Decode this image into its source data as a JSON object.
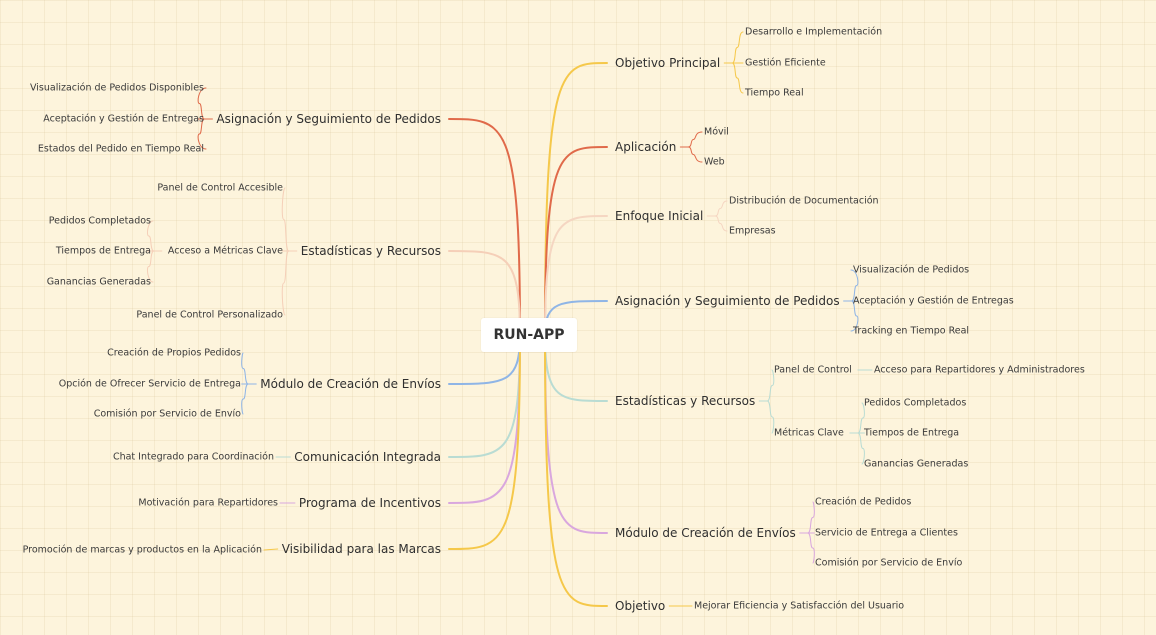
{
  "root": "RUN-APP",
  "left": [
    {
      "label": "Asignación y Seguimiento de Pedidos",
      "color": "#e06a4a",
      "children": [
        {
          "label": "Visualización de Pedidos Disponibles"
        },
        {
          "label": "Aceptación y Gestión de Entregas"
        },
        {
          "label": "Estados del Pedido en Tiempo Real"
        }
      ]
    },
    {
      "label": "Estadísticas y Recursos",
      "color": "#f5cfb8",
      "children": [
        {
          "label": "Panel de Control Accesible"
        },
        {
          "label": "Acceso a Métricas Clave",
          "children": [
            {
              "label": "Pedidos Completados"
            },
            {
              "label": "Tiempos de Entrega"
            },
            {
              "label": "Ganancias Generadas"
            }
          ]
        },
        {
          "label": "Panel de Control Personalizado"
        }
      ]
    },
    {
      "label": "Módulo de Creación de Envíos",
      "color": "#8fb5e6",
      "children": [
        {
          "label": "Creación de Propios Pedidos"
        },
        {
          "label": "Opción de Ofrecer Servicio de Entrega"
        },
        {
          "label": "Comisión por Servicio de Envío"
        }
      ]
    },
    {
      "label": "Comunicación Integrada",
      "color": "#b9dcd3",
      "children": [
        {
          "label": "Chat Integrado para Coordinación"
        }
      ]
    },
    {
      "label": "Programa de Incentivos",
      "color": "#d9a7de",
      "children": [
        {
          "label": "Motivación para Repartidores"
        }
      ]
    },
    {
      "label": "Visibilidad para las Marcas",
      "color": "#f5c84a",
      "children": [
        {
          "label": "Promoción de marcas y productos en la Aplicación"
        }
      ]
    }
  ],
  "right": [
    {
      "label": "Objetivo Principal",
      "color": "#f5c84a",
      "children": [
        {
          "label": "Desarrollo e Implementación"
        },
        {
          "label": "Gestión Eficiente"
        },
        {
          "label": "Tiempo Real"
        }
      ]
    },
    {
      "label": "Aplicación",
      "color": "#e06a4a",
      "children": [
        {
          "label": "Móvil"
        },
        {
          "label": "Web"
        }
      ]
    },
    {
      "label": "Enfoque Inicial",
      "color": "#f5d6c2",
      "children": [
        {
          "label": "Distribución de Documentación"
        },
        {
          "label": "Empresas"
        }
      ]
    },
    {
      "label": "Asignación y Seguimiento de Pedidos",
      "color": "#8fb5e6",
      "children": [
        {
          "label": "Visualización de Pedidos"
        },
        {
          "label": "Aceptación y Gestión de Entregas"
        },
        {
          "label": "Tracking en Tiempo Real"
        }
      ]
    },
    {
      "label": "Estadísticas y Recursos",
      "color": "#b9dcd3",
      "children": [
        {
          "label": "Panel de Control",
          "children": [
            {
              "label": "Acceso para Repartidores y Administradores"
            }
          ]
        },
        {
          "label": "Métricas Clave",
          "children": [
            {
              "label": "Pedidos Completados"
            },
            {
              "label": "Tiempos de Entrega"
            },
            {
              "label": "Ganancias Generadas"
            }
          ]
        }
      ]
    },
    {
      "label": "Módulo de Creación de Envíos",
      "color": "#d9a7de",
      "children": [
        {
          "label": "Creación de Pedidos"
        },
        {
          "label": "Servicio de Entrega a Clientes"
        },
        {
          "label": "Comisión por Servicio de Envío"
        }
      ]
    },
    {
      "label": "Objetivo",
      "color": "#f5c84a",
      "children": [
        {
          "label": "Mejorar Eficiencia y Satisfacción del Usuario"
        }
      ]
    }
  ]
}
